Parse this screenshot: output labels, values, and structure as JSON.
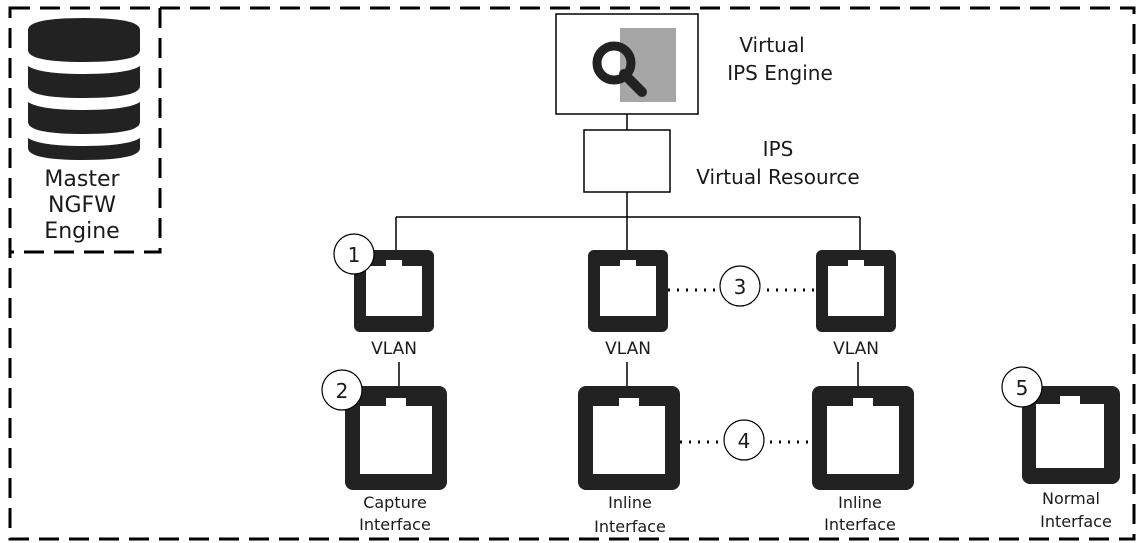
{
  "master_engine": {
    "line1": "Master",
    "line2": "NGFW",
    "line3": "Engine"
  },
  "virtual_ips_engine": {
    "line1": "Virtual",
    "line2": "IPS Engine"
  },
  "ips_virtual_resource": {
    "line1": "IPS",
    "line2": "Virtual Resource"
  },
  "vlans": [
    {
      "label": "VLAN",
      "badge": "1"
    },
    {
      "label": "VLAN",
      "badge": ""
    },
    {
      "label": "VLAN",
      "badge": ""
    }
  ],
  "vlan_link_badge": "3",
  "interfaces": [
    {
      "line1": "Capture",
      "line2": "Interface",
      "badge": "2"
    },
    {
      "line1": "Inline",
      "line2": "Interface",
      "badge": ""
    },
    {
      "line1": "Inline",
      "line2": "Interface",
      "badge": ""
    },
    {
      "line1": "Normal",
      "line2": "Interface",
      "badge": "5"
    }
  ],
  "inline_link_badge": "4",
  "colors": {
    "icon_dark": "#222222",
    "highlight_grey": "#a6a6a6",
    "line": "#000000"
  }
}
